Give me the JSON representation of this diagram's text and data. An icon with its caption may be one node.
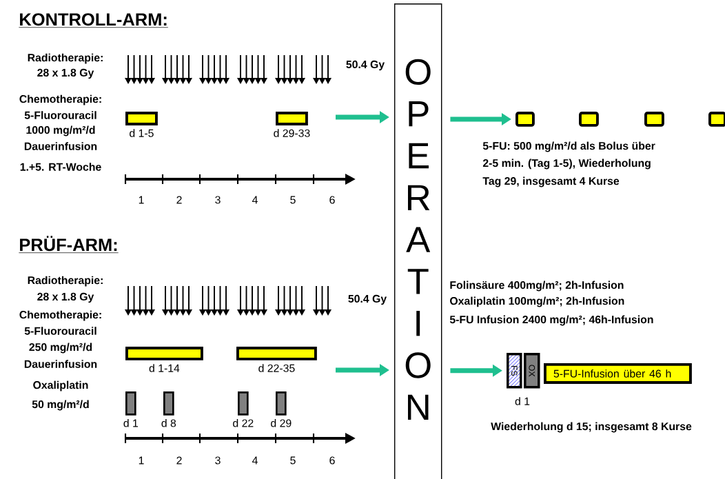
{
  "diagram": {
    "nodes": [
      {
        "text": [
          "OPERATION"
        ]
      },
      {
        "text": [],
        "shape": "bar",
        "beside": [
          "d 1-5"
        ]
      },
      {
        "text": [],
        "shape": "bar",
        "beside": [
          "d 29-33"
        ]
      },
      {
        "text": [],
        "shape": "box"
      },
      {
        "text": [],
        "shape": "box"
      },
      {
        "text": [],
        "shape": "box"
      },
      {
        "text": [],
        "shape": "box"
      },
      {
        "text": [],
        "shape": "bar",
        "beside": [
          "d 1-14"
        ]
      },
      {
        "text": [],
        "shape": "bar",
        "beside": [
          "d 22-35"
        ]
      },
      {
        "text": [],
        "shape": "bar",
        "beside": [
          "d 1"
        ]
      },
      {
        "text": [],
        "shape": "bar",
        "beside": [
          "d 8"
        ]
      },
      {
        "text": [],
        "shape": "bar",
        "beside": [
          "d 22"
        ]
      },
      {
        "text": [],
        "shape": "bar",
        "beside": [
          "d 29"
        ]
      },
      {
        "text": [
          "FS"
        ]
      },
      {
        "text": [
          "OX"
        ]
      },
      {
        "text": [
          "5-FU-Infusion über 46 h"
        ]
      }
    ],
    "edges": [
      {
        "from": null,
        "to": 0,
        "arrow": "to"
      },
      {
        "from": 0,
        "to": 3,
        "arrow": "to"
      },
      {
        "from": null,
        "to": 0,
        "arrow": "to"
      },
      {
        "from": 0,
        "to": 13,
        "arrow": "to"
      }
    ],
    "labels": [
      "KONTROLL-ARM:",
      "Radiotherapie:",
      "28 x 1.8 Gy",
      "50.4 Gy",
      "Chemotherapie:",
      "5-Fluorouracil",
      "1000 mg/m²/d",
      "Dauerinfusion",
      "1.+5. RT-Woche",
      "1",
      "2",
      "3",
      "4",
      "5",
      "6",
      "5-FU: 500 mg/m²/d als Bolus über",
      "2-5 min. (Tag 1-5), Wiederholung",
      "Tag 29, insgesamt 4 Kurse",
      "PRÜF-ARM:",
      "Radiotherapie:",
      "28 x 1.8 Gy",
      "50.4 Gy",
      "Chemotherapie:",
      "5-Fluorouracil",
      "250 mg/m²/d",
      "Dauerinfusion",
      "Oxaliplatin",
      "50 mg/m²/d",
      "1",
      "2",
      "3",
      "4",
      "5",
      "6",
      "Folinsäure 400mg/m²; 2h-Infusion",
      "Oxaliplatin 100mg/m²; 2h-Infusion",
      "5-FU Infusion 2400 mg/m²; 46h-Infusion",
      "d 1",
      "Wiederholung d 15; insgesamt 8 Kurse"
    ]
  }
}
